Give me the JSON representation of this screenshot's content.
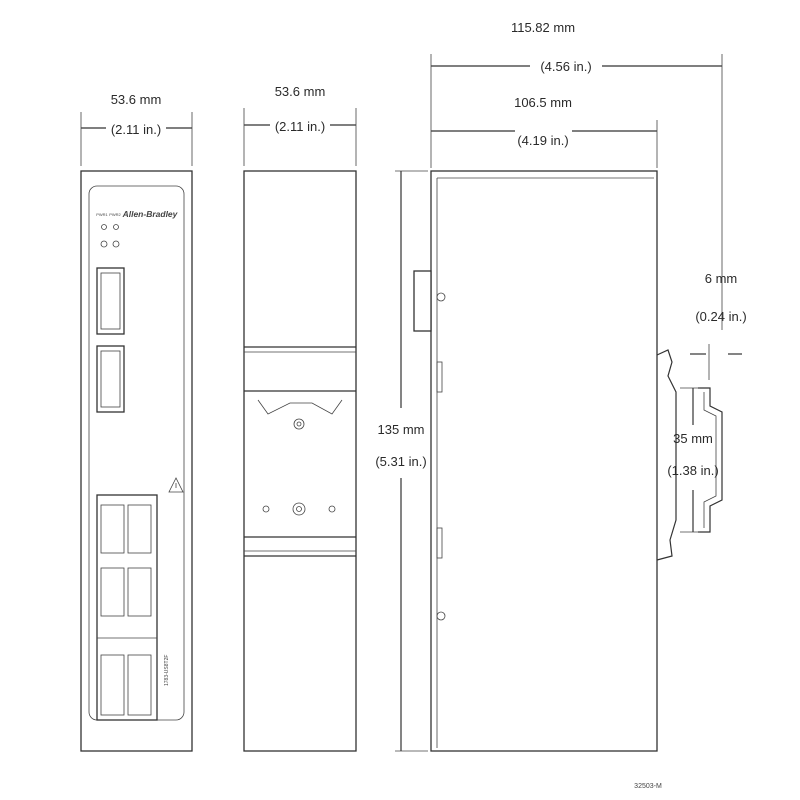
{
  "drawing": {
    "front_view": {
      "width_mm": "53.6 mm",
      "width_in": "(2.11 in.)",
      "brand": "Allen-Bradley",
      "led_labels": [
        "PWR1",
        "PWR2"
      ],
      "model_text": "1783-US8T2F"
    },
    "side_view": {
      "width_mm": "53.6 mm",
      "width_in": "(2.11 in.)"
    },
    "profile_view": {
      "overall_depth_mm": "115.82 mm",
      "overall_depth_in": "(4.56 in.)",
      "body_depth_mm": "106.5 mm",
      "body_depth_in": "(4.19 in.)",
      "height_mm": "135 mm",
      "height_in": "(5.31 in.)",
      "rail_offset_mm": "6 mm",
      "rail_offset_in": "(0.24 in.)",
      "rail_height_mm": "35 mm",
      "rail_height_in": "(1.38 in.)"
    },
    "figure_id": "32503-M"
  }
}
